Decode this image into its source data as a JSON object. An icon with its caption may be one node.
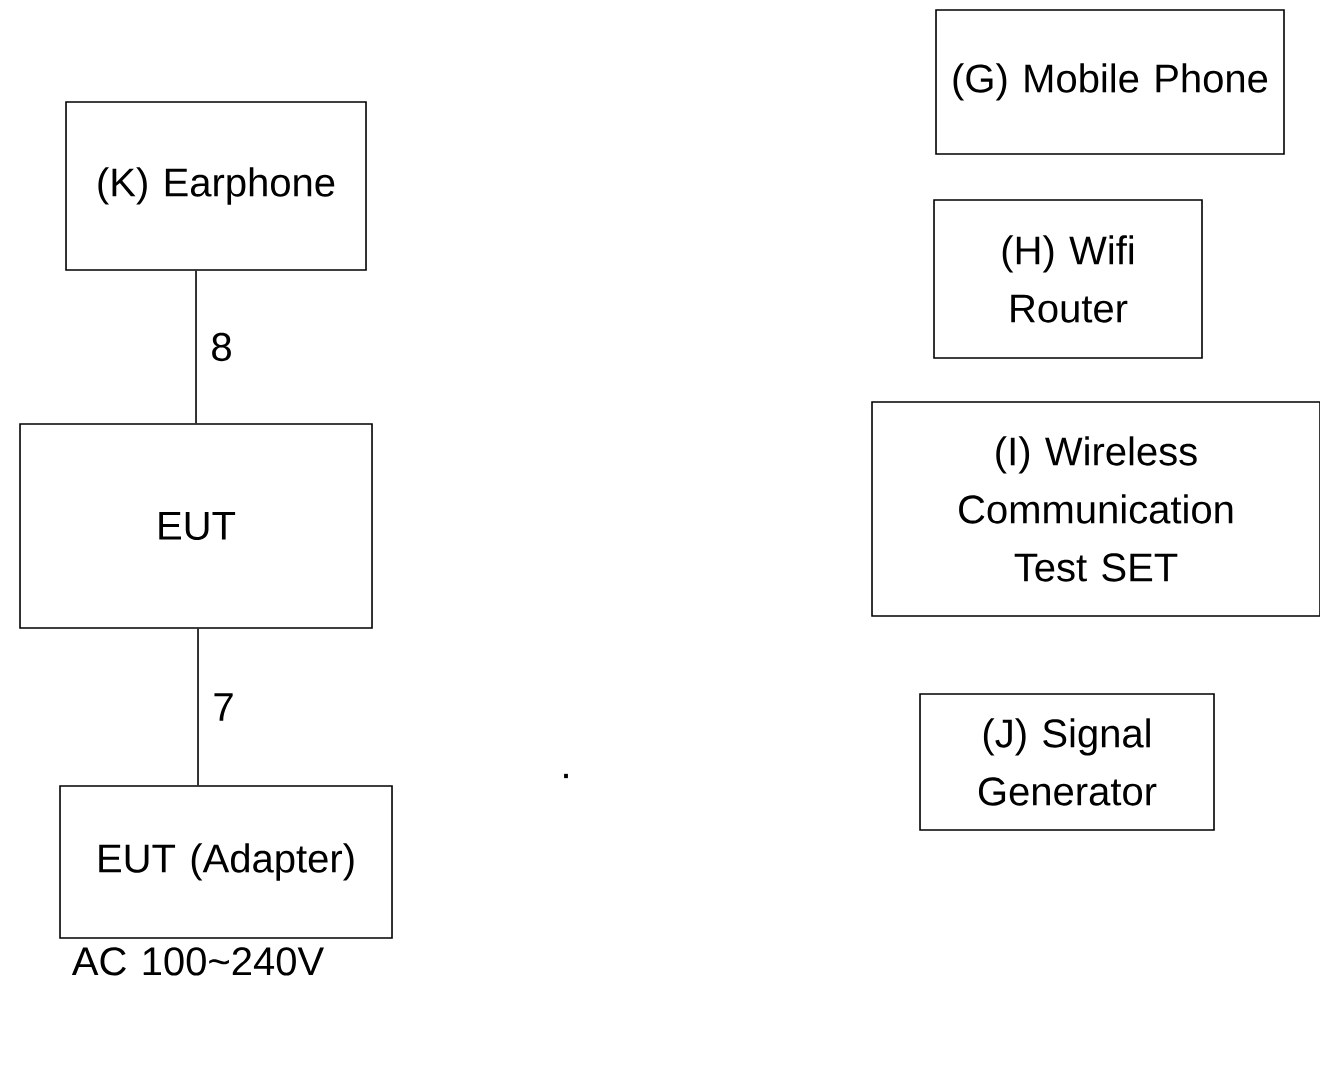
{
  "diagram": {
    "nodes": [
      {
        "text": [
          "(K) Earphone"
        ]
      },
      {
        "text": [
          "EUT"
        ]
      },
      {
        "text": [
          "EUT (Adapter)"
        ],
        "beside": [
          "AC 100~240V"
        ]
      },
      {
        "text": [
          "(G) Mobile Phone"
        ]
      },
      {
        "text": [
          "(H) Wifi Router"
        ]
      },
      {
        "text": [
          "(I)  Wireless Communication Test SET"
        ]
      },
      {
        "text": [
          "(J) Signal Generator"
        ]
      }
    ],
    "edges": [
      {
        "from": 0,
        "to": 1,
        "arrow": "none",
        "label": "8"
      },
      {
        "from": 1,
        "to": 2,
        "arrow": "none",
        "label": "7"
      }
    ],
    "labels": [
      "."
    ]
  }
}
